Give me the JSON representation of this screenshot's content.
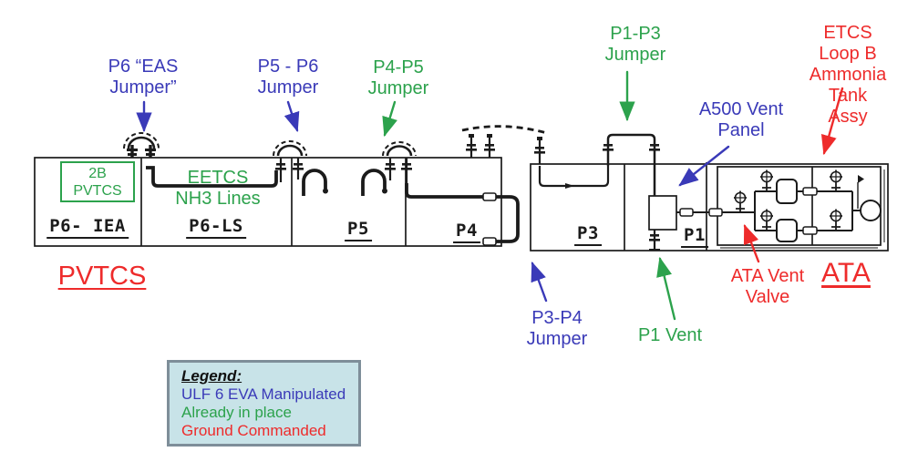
{
  "palette": {
    "eva_blue": "#3a3ab8",
    "in_place_green": "#2ca24c",
    "ground_red": "#ee2b2b",
    "drawing_ink": "#1b1b1b",
    "legend_bg": "#c8e3e8",
    "legend_border": "#7e8e99",
    "background": "#ffffff"
  },
  "callouts": {
    "p6_eas_jumper": {
      "text": "P6 “EAS\nJumper”",
      "color": "#3a3ab8"
    },
    "p5_p6_jumper": {
      "text": "P5 - P6\nJumper",
      "color": "#3a3ab8"
    },
    "p4_p5_jumper": {
      "text": "P4-P5\nJumper",
      "color": "#2ca24c"
    },
    "p1_p3_jumper": {
      "text": "P1-P3\nJumper",
      "color": "#2ca24c"
    },
    "a500_vent_panel": {
      "text": "A500 Vent\nPanel",
      "color": "#3a3ab8"
    },
    "etcs_loop_b": {
      "text": "ETCS Loop B\nAmmonia Tank\nAssy",
      "color": "#ee2b2b"
    },
    "p3_p4_jumper": {
      "text": "P3-P4\nJumper",
      "color": "#3a3ab8"
    },
    "p1_vent": {
      "text": "P1 Vent",
      "color": "#2ca24c"
    },
    "ata_vent_valve": {
      "text": "ATA Vent\nValve",
      "color": "#ee2b2b"
    }
  },
  "section_titles": {
    "pvtcs": "PVTCS",
    "ata": "ATA"
  },
  "segments": {
    "p6_iea": "P6- IEA",
    "p6_ls": "P6-LS",
    "p5": "P5",
    "p4": "P4",
    "p3": "P3",
    "p1": "P1"
  },
  "diagram_notes": {
    "pvtcs_2b": "2B\nPVTCS",
    "eetcs_nh3": "EETCS\nNH3 Lines"
  },
  "legend": {
    "title": "Legend:",
    "items": [
      {
        "label": "ULF 6 EVA Manipulated",
        "color": "#3a3ab8"
      },
      {
        "label": "Already in place",
        "color": "#2ca24c"
      },
      {
        "label": "Ground Commanded",
        "color": "#ee2b2b"
      }
    ]
  }
}
